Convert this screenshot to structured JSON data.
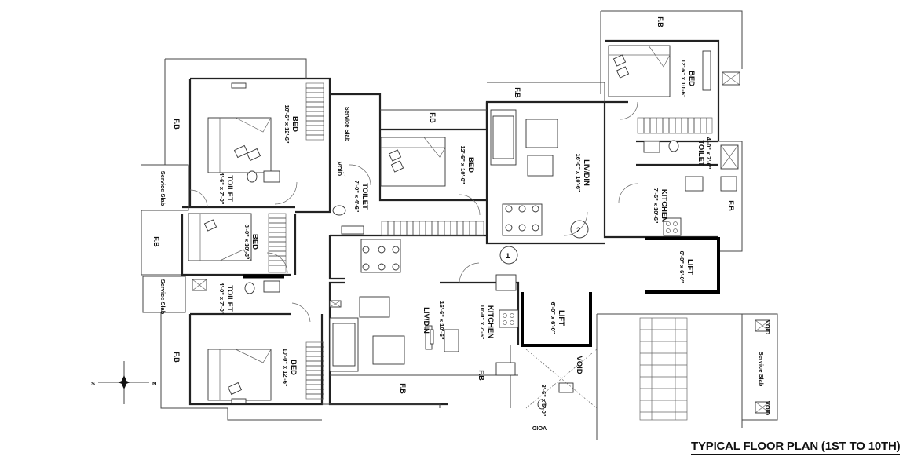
{
  "title": "TYPICAL FLOOR PLAN (1ST TO 10TH)",
  "compass": {
    "north_label": "N",
    "south_label": "S"
  },
  "flat_numbers": [
    "1",
    "2"
  ],
  "rooms": {
    "bed_top_left": {
      "name": "BED",
      "size": "10'-6\" x 12'-6\""
    },
    "toilet_top_left": {
      "name": "TOILET",
      "size": "4'-6\" x 7'-0\""
    },
    "bed_mid_left": {
      "name": "BED",
      "size": "8'-0\" x 10'-6\""
    },
    "toilet_mid_left": {
      "name": "TOILET",
      "size": "4'-0\" x 7'-0\""
    },
    "bed_bottom_left": {
      "name": "BED",
      "size": "10'-0\" x 12'-6\""
    },
    "service_slab_center": {
      "name": "Service Slab"
    },
    "toilet_center": {
      "name": "TOILET",
      "size": "7'-0\" x 4'-6\""
    },
    "bed_center": {
      "name": "BED",
      "size": "12'-6\" x 10'-0\""
    },
    "livdin_top": {
      "name": "LIV/DIN",
      "size": "16'-0\" x 10'-6\""
    },
    "bed_top_right": {
      "name": "BED",
      "size": "12'-6\" x 10'-6\""
    },
    "toilet_right": {
      "name": "TOILET",
      "size": "4'-0\" x 7'-0\""
    },
    "kitchen_right": {
      "name": "KITCHEN",
      "size": "7'-6\" x 10'-6\""
    },
    "lift_right": {
      "name": "LIFT",
      "size": "6'-0\" x 6'-0\""
    },
    "livdin_bottom": {
      "name": "LIV/DIN",
      "size": "16'-6\" x 10'-6\""
    },
    "kitchen_bottom": {
      "name": "KITCHEN",
      "size": "10'-0\" x 7'-6\""
    },
    "lift_center": {
      "name": "LIFT",
      "size": "6'-0\" x 6'-0\""
    },
    "void_center": {
      "name": "VOID"
    },
    "small_dim": {
      "size": "3'-6\" x 5'-0\""
    }
  },
  "labels": {
    "service_slab": "Service Slab",
    "void": "VOID",
    "fb": "F.B"
  }
}
